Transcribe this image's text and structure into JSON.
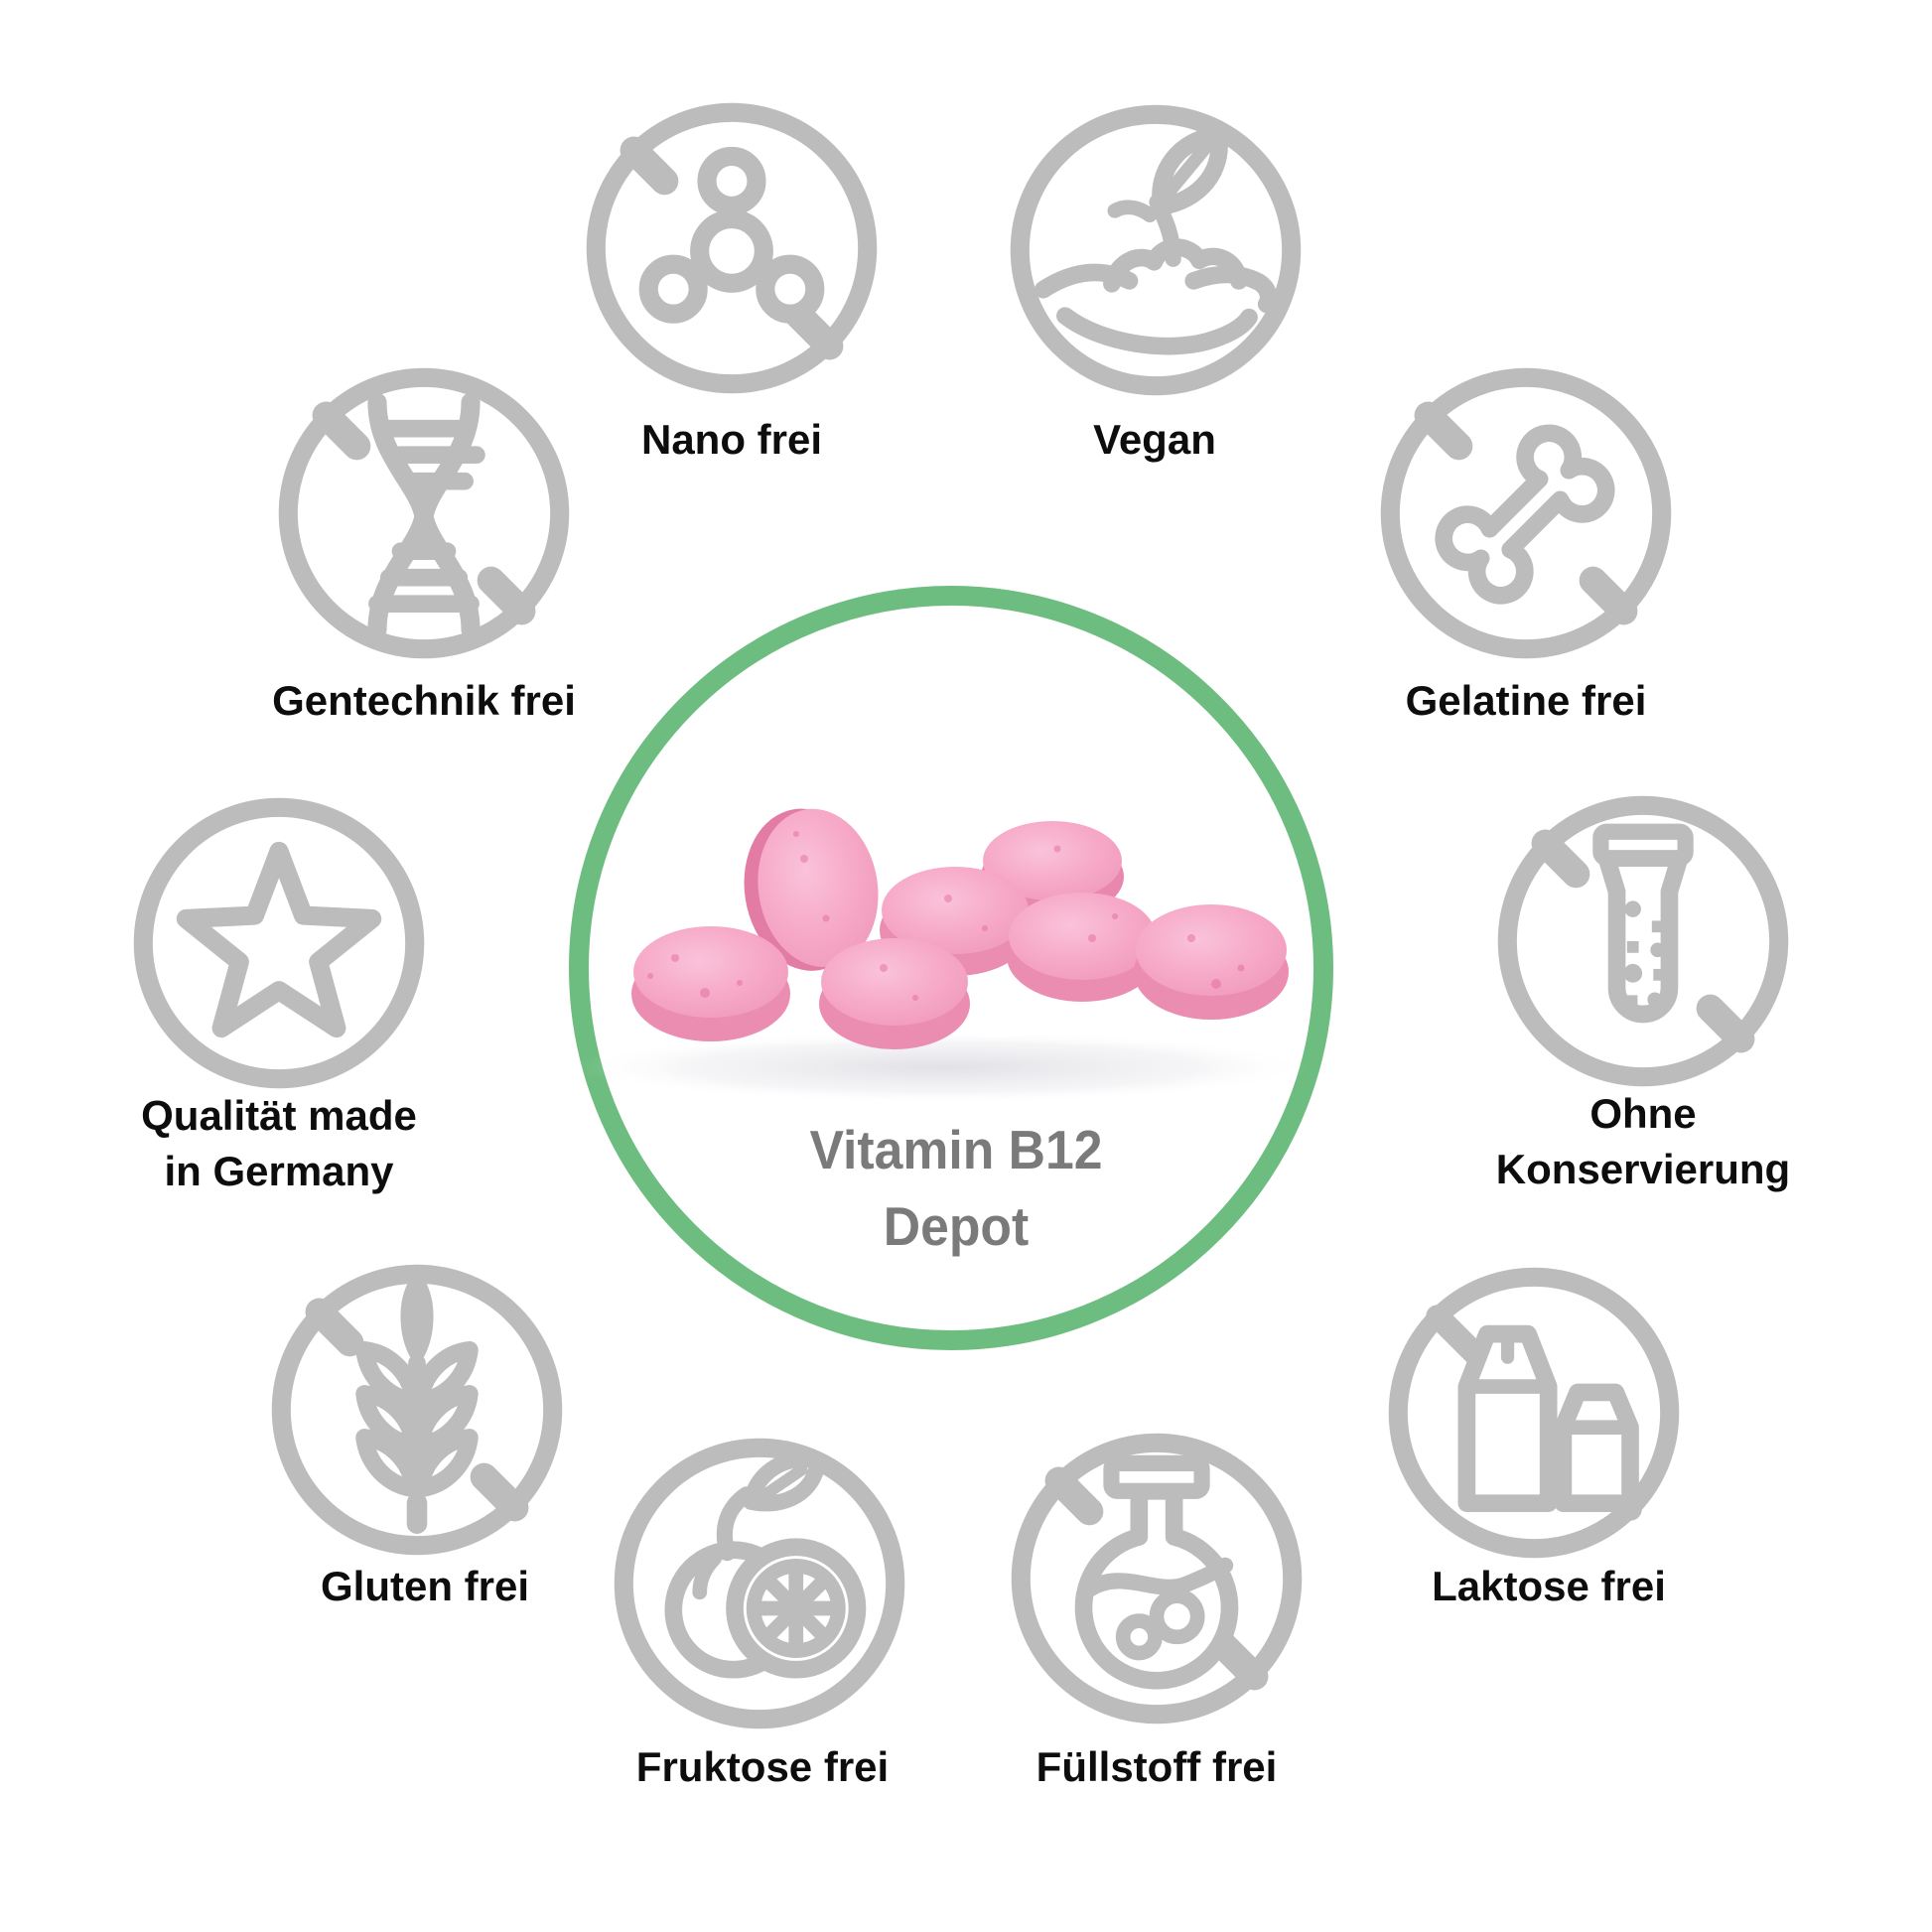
{
  "center": {
    "title1": "Vitamin B12",
    "title2": "Depot",
    "ring_color": "#6dbd80",
    "title_color": "#7a7a7a",
    "tablet_pink": "#f5a9c5"
  },
  "colors": {
    "icon_gray": "#bcbcbc",
    "label_black": "#0d0d0d",
    "background": "#ffffff",
    "tablet_side_pink": "#eb8db1",
    "speckle_pink": "#e0659a"
  },
  "badges": [
    {
      "icon": "molecule-icon",
      "crossed": true,
      "label": "Nano frei"
    },
    {
      "icon": "hand-plant-icon",
      "crossed": false,
      "label": "Vegan"
    },
    {
      "icon": "dna-icon",
      "crossed": true,
      "label": "Gentechnik frei"
    },
    {
      "icon": "bone-icon",
      "crossed": true,
      "label": "Gelatine frei"
    },
    {
      "icon": "star-icon",
      "crossed": false,
      "label": "Qualität made",
      "label2": "in Germany"
    },
    {
      "icon": "test-tube-icon",
      "crossed": true,
      "label": "Ohne",
      "label2": "Konservierung"
    },
    {
      "icon": "wheat-icon",
      "crossed": true,
      "label": "Gluten frei"
    },
    {
      "icon": "milk-cartons-icon",
      "crossed": true,
      "label": "Laktose frei"
    },
    {
      "icon": "fruit-icon",
      "crossed": false,
      "label": "Fruktose frei"
    },
    {
      "icon": "flask-icon",
      "crossed": true,
      "label": "Füllstoff frei"
    }
  ]
}
